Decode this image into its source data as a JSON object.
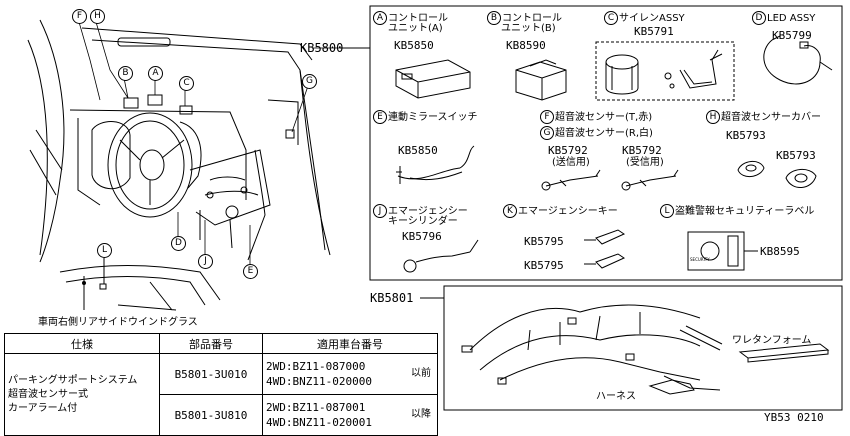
{
  "main_kit": {
    "code": "KB5800",
    "parts": [
      {
        "letter": "A",
        "name_line1": "コントロール",
        "name_line2": "ユニット(A)",
        "code": "KB5850"
      },
      {
        "letter": "B",
        "name_line1": "コントロール",
        "name_line2": "ユニット(B)",
        "code": "KB8590"
      },
      {
        "letter": "C",
        "name_line1": "サイレンASSY",
        "name_line2": "",
        "code": "KB5791"
      },
      {
        "letter": "D",
        "name_line1": "LED ASSY",
        "name_line2": "",
        "code": "KB5799"
      },
      {
        "letter": "E",
        "name_line1": "連動ミラースイッチ",
        "name_line2": "",
        "code": "KB5850"
      },
      {
        "letter": "F",
        "name_line1": "超音波センサー(T,赤)",
        "name_line2": "",
        "code": ""
      },
      {
        "letter": "G",
        "name_line1": "超音波センサー(R,白)",
        "name_line2": "",
        "code": ""
      },
      {
        "letter": "H",
        "name_line1": "超音波センサーカバー",
        "name_line2": "",
        "code": ""
      },
      {
        "letter": "J",
        "name_line1": "エマージェンシー",
        "name_line2": "キーシリンダー",
        "code": "KB5796"
      },
      {
        "letter": "K",
        "name_line1": "エマージェンシーキー",
        "name_line2": "",
        "code": ""
      },
      {
        "letter": "L",
        "name_line1": "盗難警報セキュリティーラベル",
        "name_line2": "",
        "code": "KB8595"
      }
    ],
    "sensor_codes": [
      {
        "code": "KB5792",
        "note": "(送信用)"
      },
      {
        "code": "KB5792",
        "note": "(受信用)"
      }
    ],
    "cover_codes": [
      "KB5793",
      "KB5793"
    ],
    "key_codes": [
      "KB5795",
      "KB5795"
    ]
  },
  "harness_kit": {
    "code": "KB5801",
    "harness_label": "ハーネス",
    "foam_label": "ワレタンフォーム"
  },
  "vehicle": {
    "callouts": [
      "F",
      "H",
      "B",
      "A",
      "C",
      "G",
      "D",
      "J",
      "E",
      "L"
    ],
    "window_caption": "車両右側リアサイドウインドグラス",
    "label_text": "SECURITY"
  },
  "spec_table": {
    "headers": [
      "仕様",
      "部品番号",
      "適用車台番号"
    ],
    "spec_name": [
      "パーキングサポートシステム",
      "超音波センサー式",
      "カーアラーム付"
    ],
    "rows": [
      {
        "part": "B5801-3U010",
        "vin1": "2WD:BZ11-087000",
        "vin2": "4WD:BNZ11-020000",
        "suffix": "以前"
      },
      {
        "part": "B5801-3U810",
        "vin1": "2WD:BZ11-087001",
        "vin2": "4WD:BNZ11-020001",
        "suffix": "以降"
      }
    ]
  },
  "footer_code": "YB53 0210"
}
